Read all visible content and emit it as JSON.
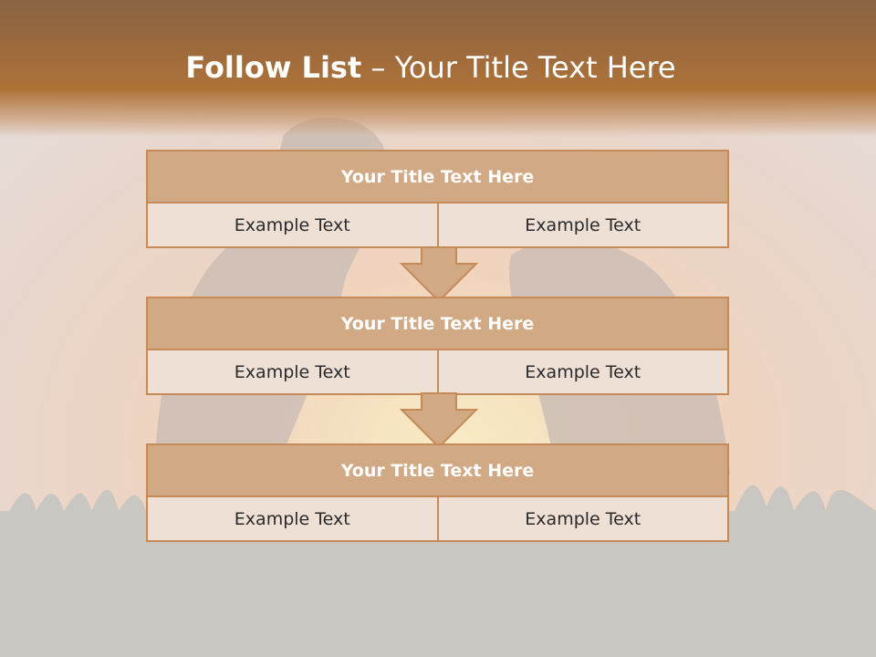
{
  "slide": {
    "title_bold": "Follow List",
    "title_rest": "– Your Title Text Here"
  },
  "blocks": [
    {
      "title": "Your Title Text Here",
      "left": "Example Text",
      "right": "Example Text"
    },
    {
      "title": "Your Title Text Here",
      "left": "Example Text",
      "right": "Example Text"
    },
    {
      "title": "Your Title Text Here",
      "left": "Example Text",
      "right": "Example Text"
    }
  ],
  "colors": {
    "header": "#ad7238",
    "block_border": "#c68a58",
    "title_fill": "#d2a985",
    "cell_fill": "#efe0d6",
    "arrow_fill": "#d2a985"
  }
}
